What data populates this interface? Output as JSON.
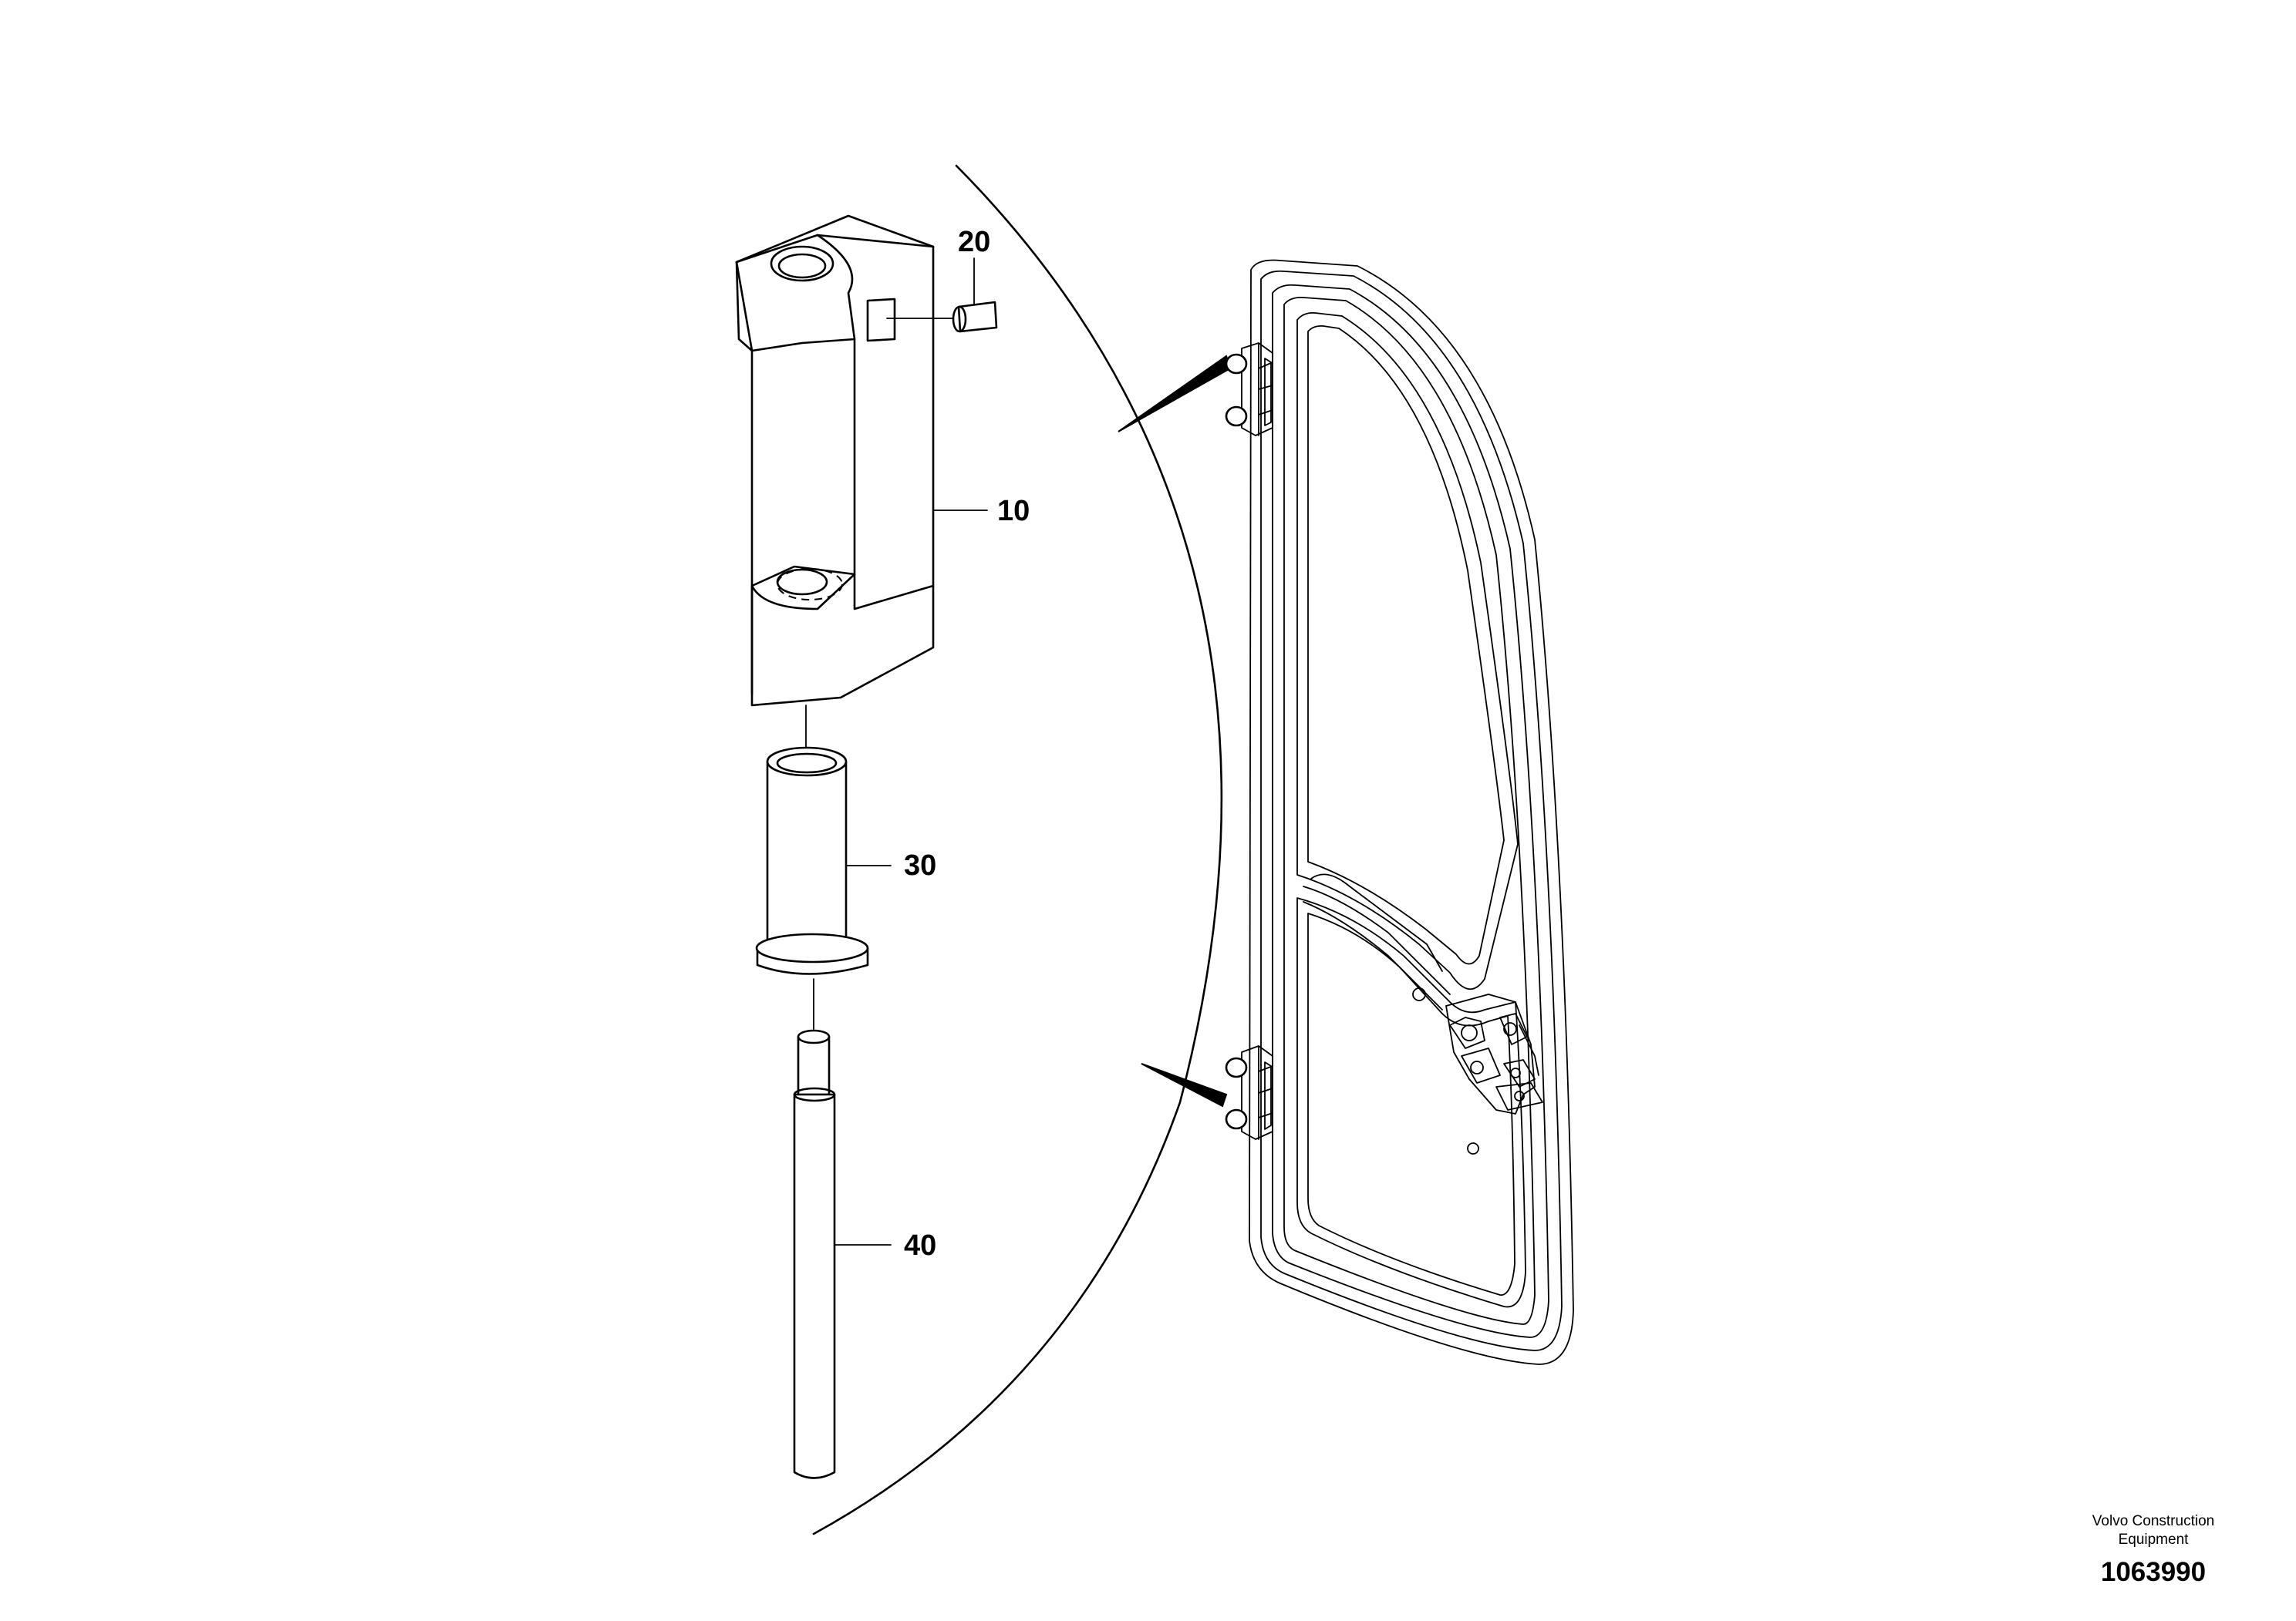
{
  "callouts": {
    "part_10": "10",
    "part_20": "20",
    "part_30": "30",
    "part_40": "40"
  },
  "credit": {
    "company_line_1": "Volvo Construction",
    "company_line_2": "Equipment",
    "drawing_number": "1063990"
  },
  "colors": {
    "line": "#000000",
    "background": "#ffffff"
  }
}
